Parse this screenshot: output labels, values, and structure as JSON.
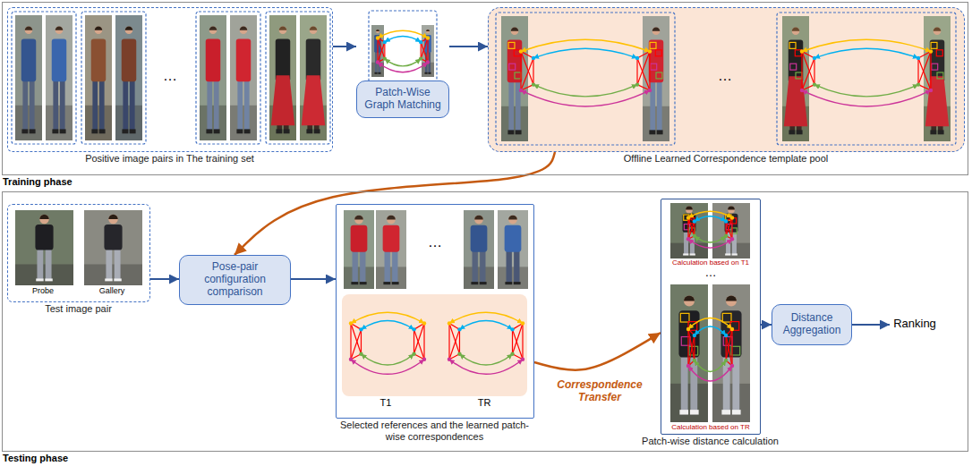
{
  "diagram": {
    "nodes": [
      {
        "text": [
          "Training phase"
        ]
      },
      {
        "text": [
          "Positive image pairs in The training set"
        ],
        "in": 0
      },
      {
        "text": [
          "Patch-Wise Graph Matching"
        ],
        "in": 0
      },
      {
        "text": [
          "Offline Learned Correspondence template pool"
        ],
        "in": 0
      },
      {
        "text": [
          "Testing phase"
        ]
      },
      {
        "text": [
          "Test image pair"
        ],
        "in": 4
      },
      {
        "text": [
          "Pose-pair configuration comparison"
        ],
        "in": 4
      },
      {
        "text": [
          "Selected references and the learned patch-wise correspondences"
        ],
        "in": 4
      },
      {
        "text": [
          "Patch-wise distance calculation"
        ],
        "in": 4
      },
      {
        "text": [
          "Distance Aggregation"
        ],
        "in": 4
      }
    ],
    "edges": [
      {
        "from": 1,
        "to": 2,
        "arrow": "to"
      },
      {
        "from": 2,
        "to": 3,
        "arrow": "to"
      },
      {
        "from": 3,
        "to": 6,
        "arrow": "to"
      },
      {
        "from": 5,
        "to": 6,
        "arrow": "to"
      },
      {
        "from": 6,
        "to": 7,
        "arrow": "to"
      },
      {
        "from": 7,
        "to": 8,
        "label": "Correspondence Transfer",
        "arrow": "to"
      },
      {
        "from": 8,
        "to": 9,
        "arrow": "to"
      }
    ],
    "labels": [
      "…",
      "…",
      "Probe",
      "Gallery",
      "…",
      "T1",
      "TR",
      "Calculation based on T1",
      "…",
      "Calculation based on TR",
      "Ranking"
    ]
  }
}
